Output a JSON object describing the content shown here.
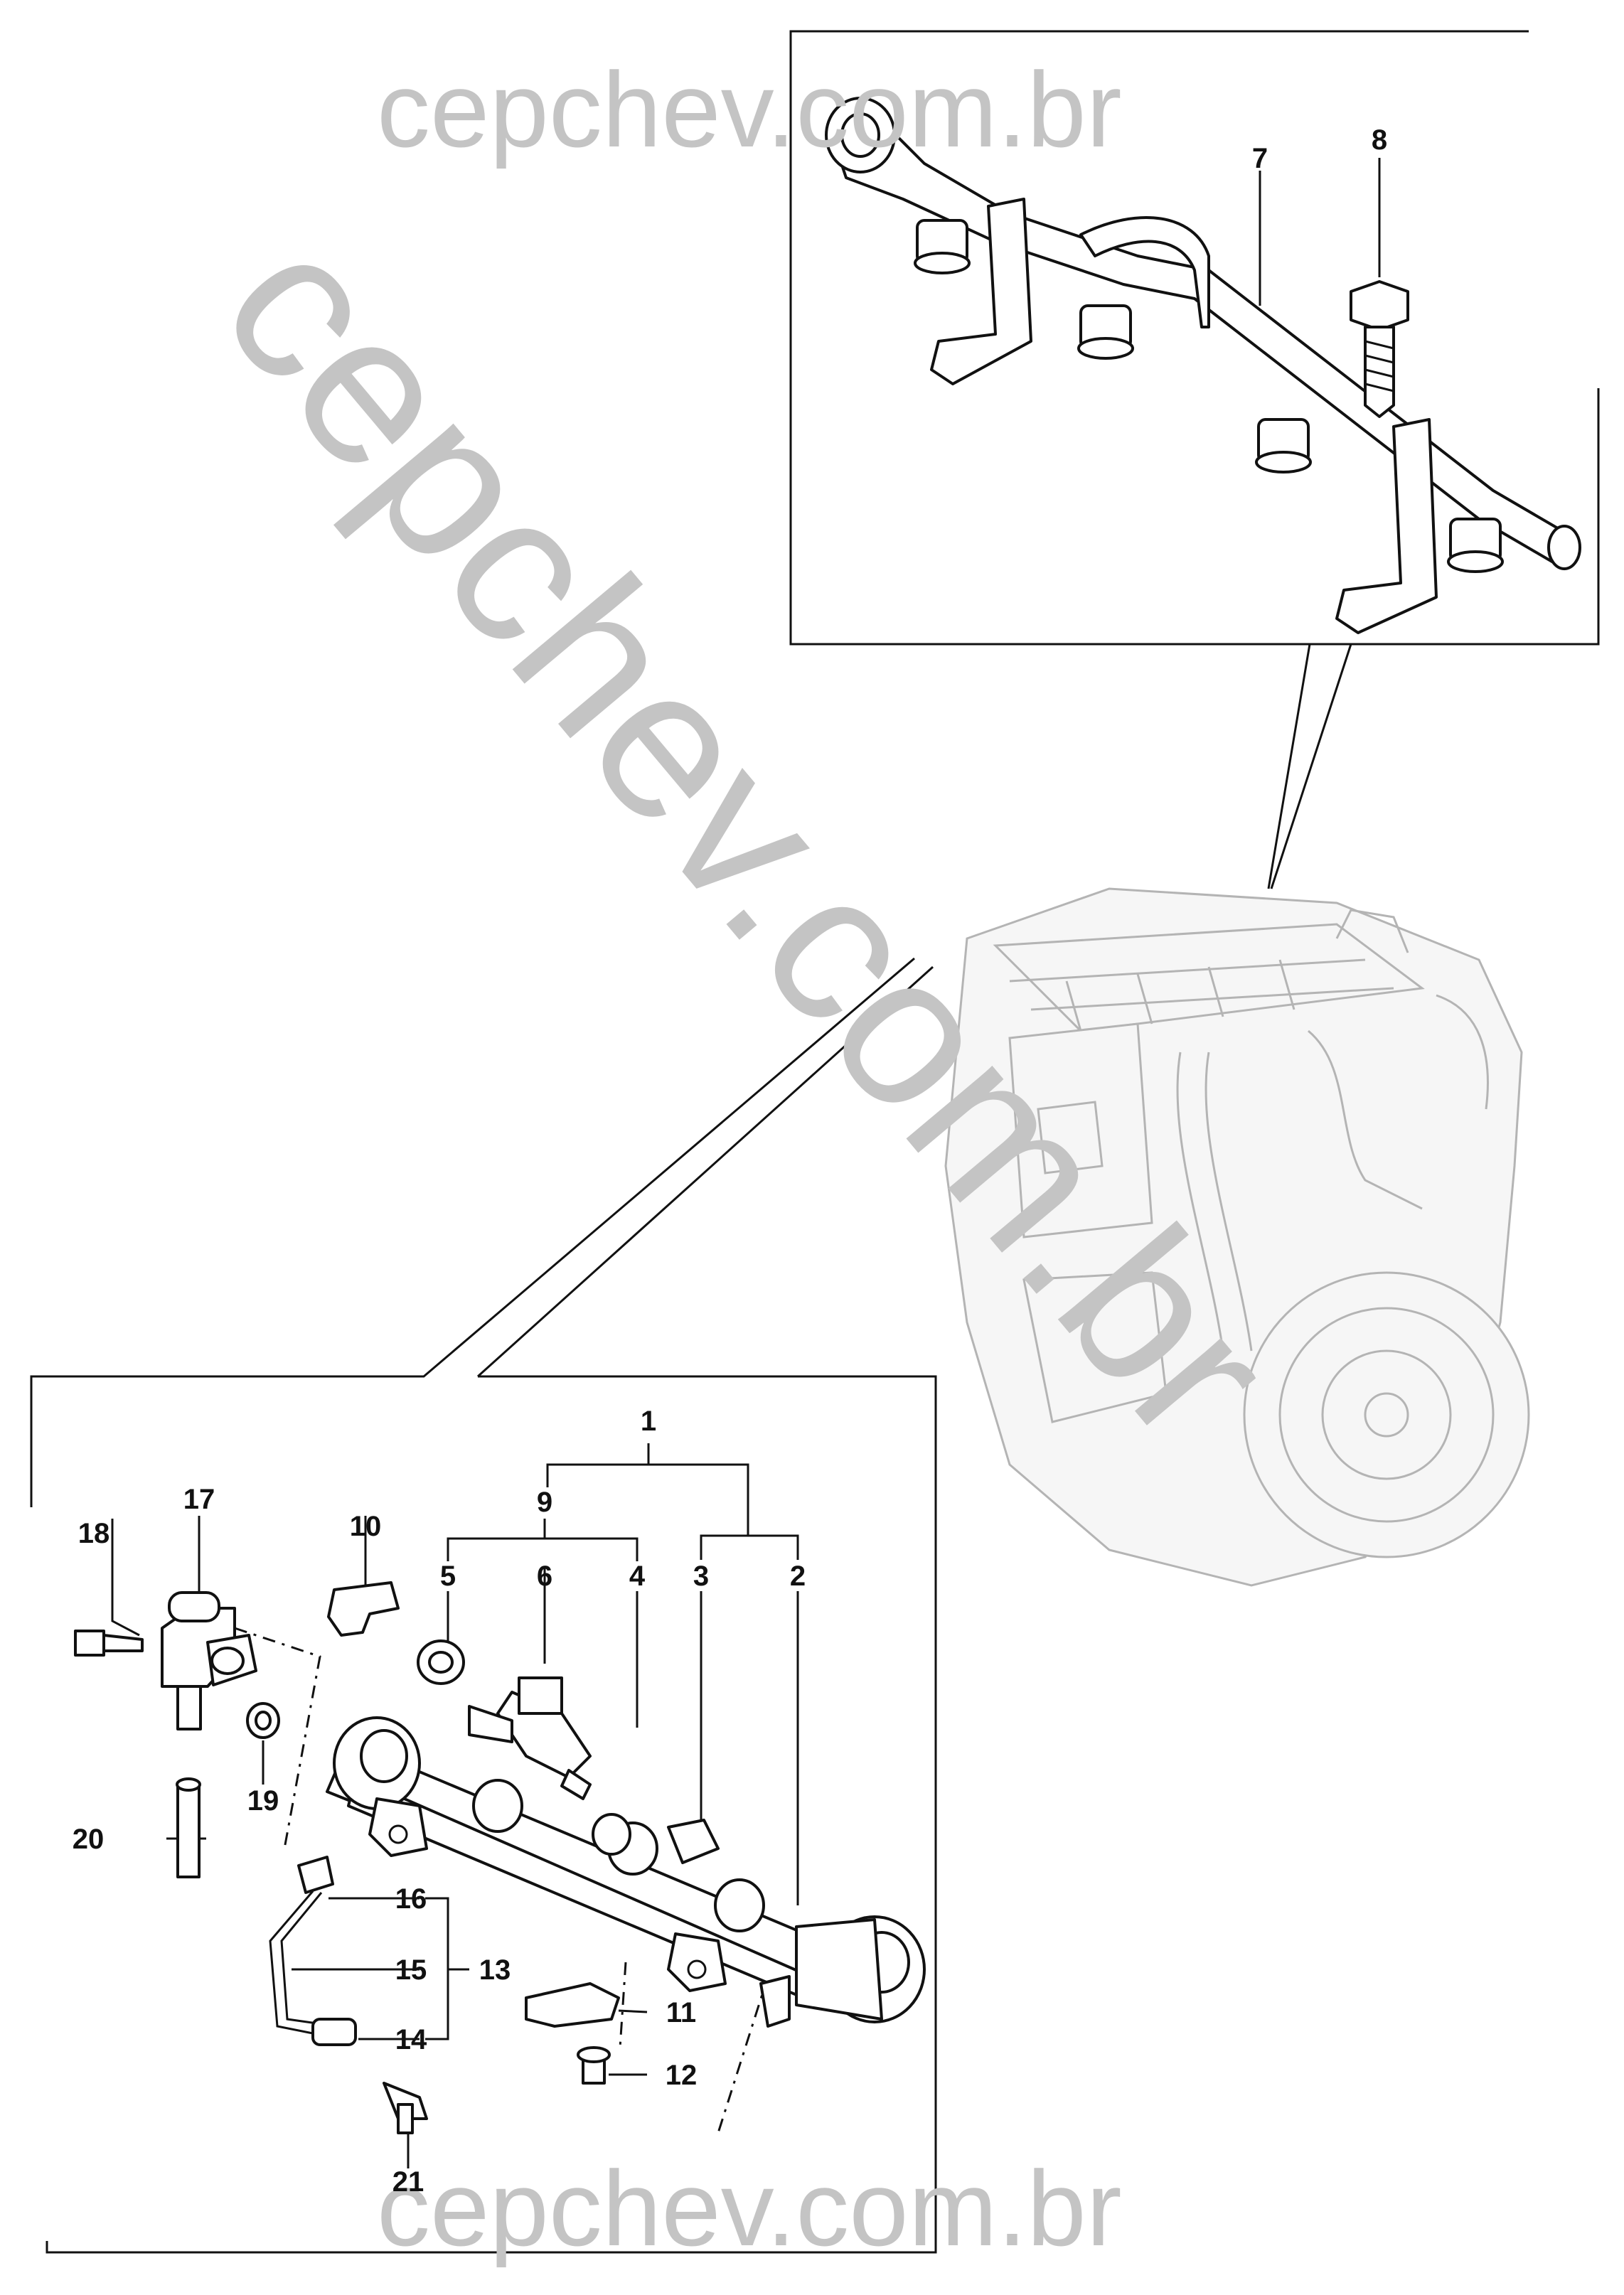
{
  "watermark": {
    "top": "cepchev.com.br",
    "diagonal": "cepchev.com.br",
    "bottom": "cepchev.com.br"
  },
  "callouts": {
    "c1": "1",
    "c2": "2",
    "c3": "3",
    "c4": "4",
    "c5": "5",
    "c6": "6",
    "c7": "7",
    "c8": "8",
    "c9": "9",
    "c10": "10",
    "c11": "11",
    "c12": "12",
    "c13": "13",
    "c14": "14",
    "c15": "15",
    "c16": "16",
    "c17": "17",
    "c18": "18",
    "c19": "19",
    "c20": "20",
    "c21": "21"
  }
}
